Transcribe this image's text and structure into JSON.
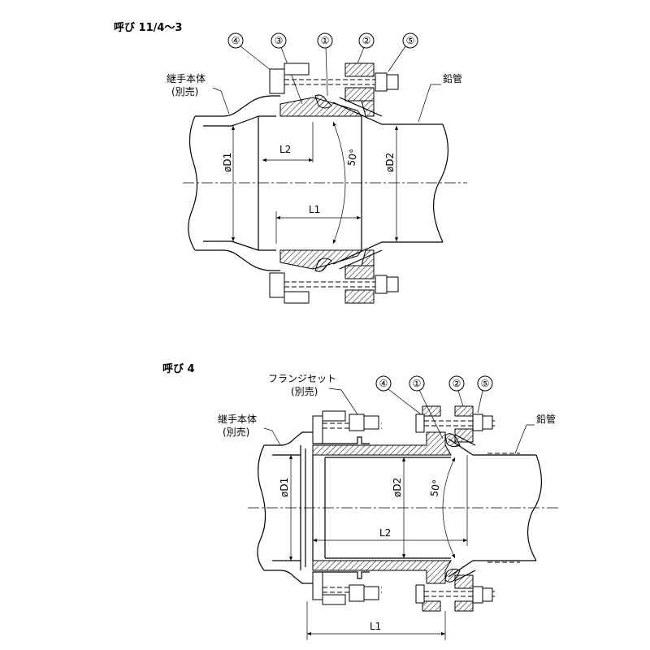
{
  "top": {
    "title": "呼び 11/4～3",
    "callouts": [
      "④",
      "③",
      "①",
      "②",
      "⑤"
    ],
    "joint_label_1": "継手本体",
    "joint_label_2": "(別売)",
    "pipe_label": "鉛管",
    "dim_L1": "L1",
    "dim_L2": "L2",
    "dim_D1": "øD1",
    "dim_D2": "øD2",
    "angle": "50°"
  },
  "bottom": {
    "title": "呼び 4",
    "callouts": [
      "④",
      "①",
      "②",
      "⑤"
    ],
    "flange_label_1": "フランジセット",
    "flange_label_2": "(別売)",
    "joint_label_1": "継手本体",
    "joint_label_2": "(別売)",
    "pipe_label": "鉛管",
    "dim_L1": "L1",
    "dim_L2": "L2",
    "dim_D1": "øD1",
    "dim_D2": "øD2",
    "angle": "50°"
  }
}
